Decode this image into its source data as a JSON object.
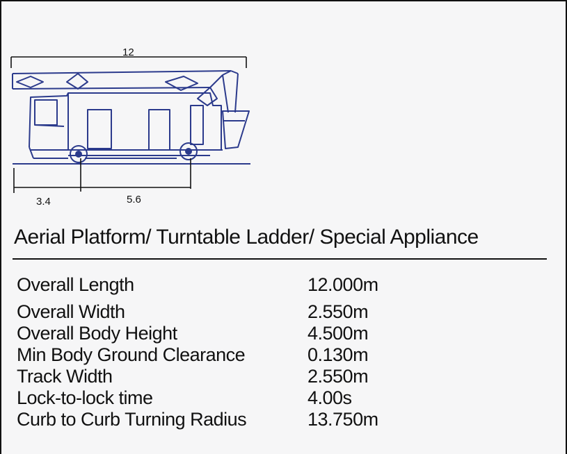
{
  "drawing": {
    "dimensions": {
      "overall_length": "12",
      "front_overhang": "3.4",
      "wheelbase": "5.6"
    },
    "line_color": "#2b3a8c"
  },
  "title": "Aerial Platform/ Turntable Ladder/ Special Appliance",
  "specs": [
    {
      "label": "Overall Length",
      "value": "12.000m"
    },
    {
      "label": "Overall Width",
      "value": "2.550m"
    },
    {
      "label": "Overall Body Height",
      "value": "4.500m"
    },
    {
      "label": "Min Body Ground Clearance",
      "value": "0.130m"
    },
    {
      "label": "Track Width",
      "value": "2.550m"
    },
    {
      "label": "Lock-to-lock time",
      "value": "4.00s"
    },
    {
      "label": "Curb to Curb Turning Radius",
      "value": "13.750m"
    }
  ]
}
